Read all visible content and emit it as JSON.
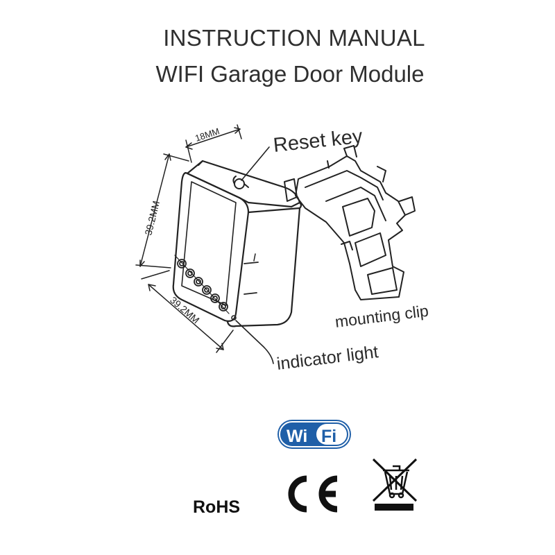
{
  "manual": {
    "title_line1": "INSTRUCTION MANUAL",
    "title_line2": "WIFI Garage Door Module"
  },
  "diagram": {
    "width_label": "18MM",
    "height_label": "39.2MM",
    "depth_label": "39.2MM",
    "reset_key_label": "Reset key",
    "mounting_clip_label": "mounting clip",
    "indicator_light_label": "indicator light"
  },
  "logos": {
    "wifi_left": "Wi",
    "wifi_right": "Fi",
    "rohs": "RoHS",
    "ce": "CE",
    "wifi_color": "#1f5fa8"
  }
}
